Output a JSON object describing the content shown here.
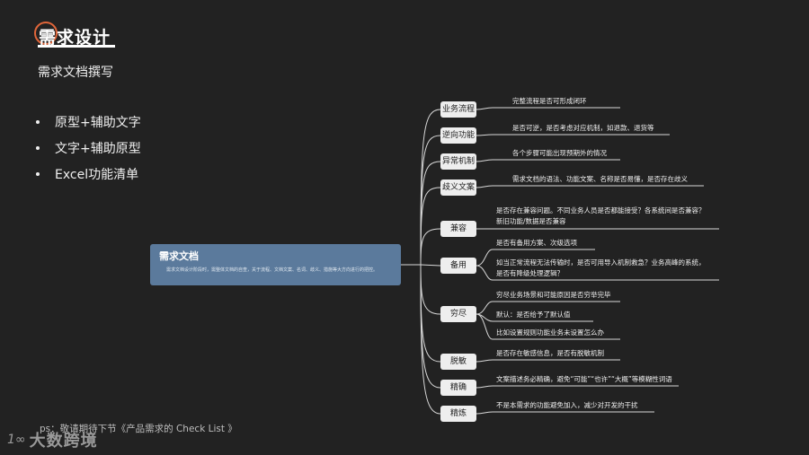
{
  "header": {
    "title": "需求设计",
    "subtitle": "需求文档撰写"
  },
  "bullets": [
    "原型+辅助文字",
    "文字+辅助原型",
    "Excel功能清单"
  ],
  "root": {
    "title": "需求文档",
    "desc": "需求文档设计阶段时，需整体文档的自查，关于流程、文档文案、名词、歧义、措施等大方向进行的把控。"
  },
  "branches": [
    {
      "label": "业务流程",
      "leaves": [
        "完整流程是否可形成闭环"
      ]
    },
    {
      "label": "逆向功能",
      "leaves": [
        "是否可逆，是否考虑对应机制，如退款、退货等"
      ]
    },
    {
      "label": "异常机制",
      "leaves": [
        "各个步骤可能出现预期外的情况"
      ]
    },
    {
      "label": "歧义文案",
      "leaves": [
        "需求文档的语法、功能文案、名称是否易懂，是否存在歧义"
      ]
    },
    {
      "label": "兼容",
      "leaves": [
        "是否存在兼容问题。不同业务人员是否都能接受？各系统间是否兼容？",
        "新旧功能/数据是否兼容"
      ]
    },
    {
      "label": "备用",
      "leaves": [
        "是否有备用方案、次级选项",
        "如当正常流程无法传输时，是否可用导入机制救急？业务高峰的系统，",
        "是否有降级处理逻辑？"
      ]
    },
    {
      "label": "穷尽",
      "leaves": [
        "穷尽业务场景和可能原因是否穷举完毕",
        "默认：是否给予了默认值",
        "比如设置规则功能业务未设置怎么办"
      ]
    },
    {
      "label": "脱敏",
      "leaves": [
        "是否存在敏感信息，是否有脱敏机制"
      ]
    },
    {
      "label": "精确",
      "leaves": [
        "文案描述务必精确，避免“可能”“也许”“大概”等模糊性词语"
      ]
    },
    {
      "label": "精炼",
      "leaves": [
        "不是本需求的功能避免加入，减少对开发的干扰"
      ]
    }
  ],
  "footer": {
    "ps": "ps：敬请期待下节《产品需求的 Check List 》",
    "logo_mark": "1∞",
    "logo_text": "大数跨境"
  },
  "colors": {
    "background": "#222222",
    "root": "#5b7a9c",
    "node": "#eeeeee",
    "accent": "#e0663a"
  }
}
